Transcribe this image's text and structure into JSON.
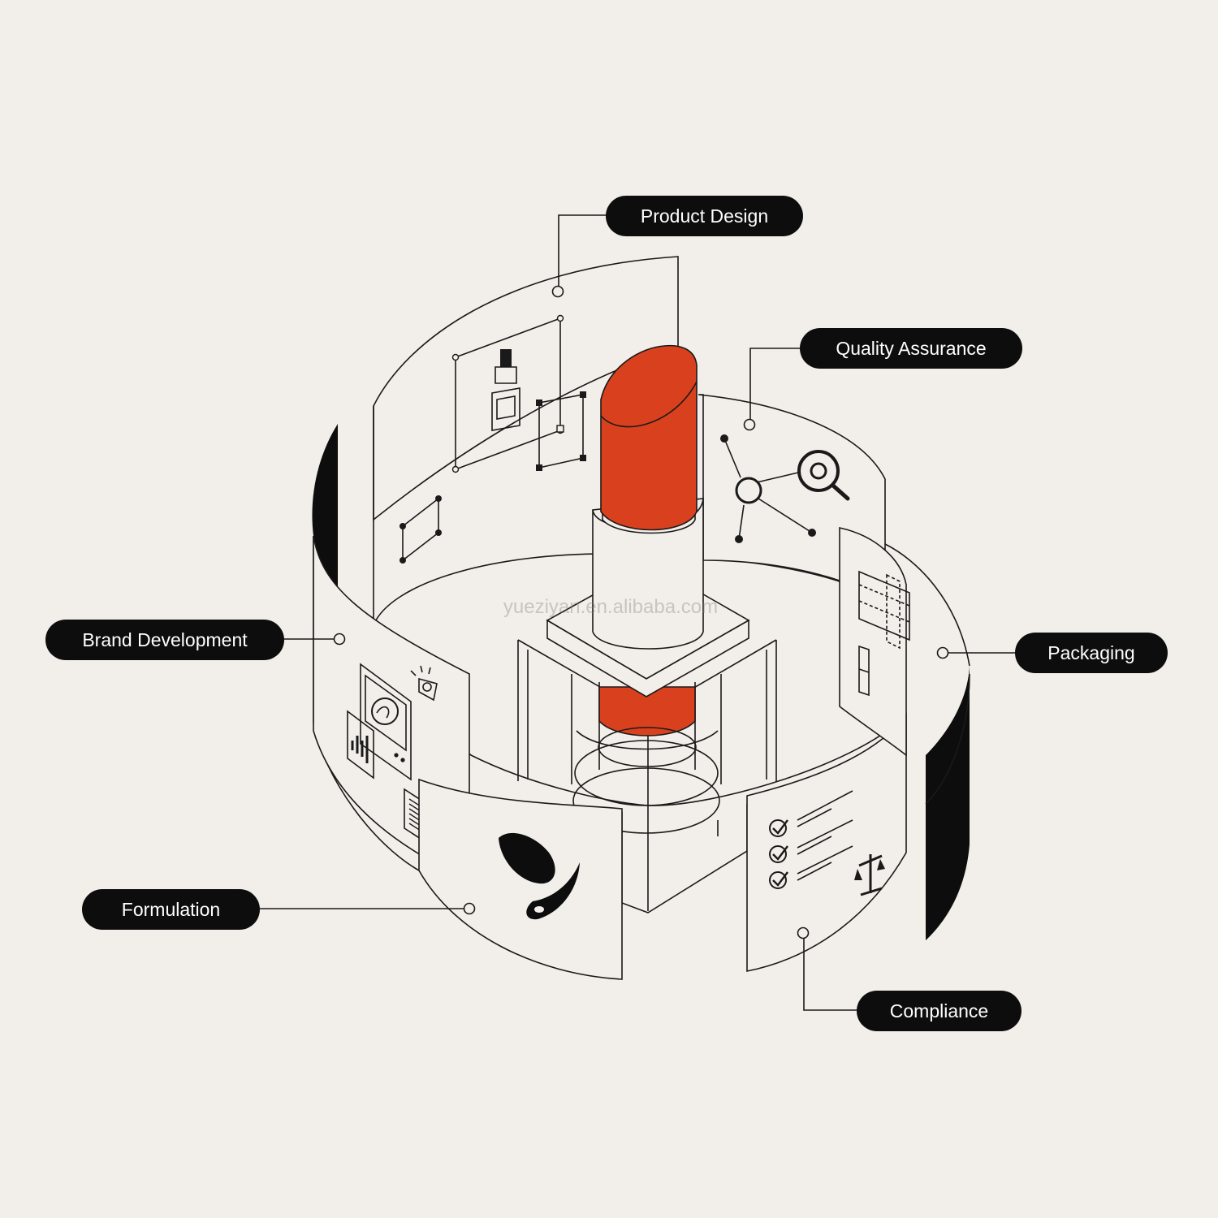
{
  "labels": {
    "product_design": "Product Design",
    "quality_assurance": "Quality Assurance",
    "brand_development": "Brand Development",
    "packaging": "Packaging",
    "formulation": "Formulation",
    "compliance": "Compliance"
  },
  "watermark": "yueziyan.en.alibaba.com",
  "colors": {
    "background": "#f2eee9",
    "lipstick": "#d9411e",
    "pill": "#0d0d0d",
    "line": "#1a1a1a"
  }
}
